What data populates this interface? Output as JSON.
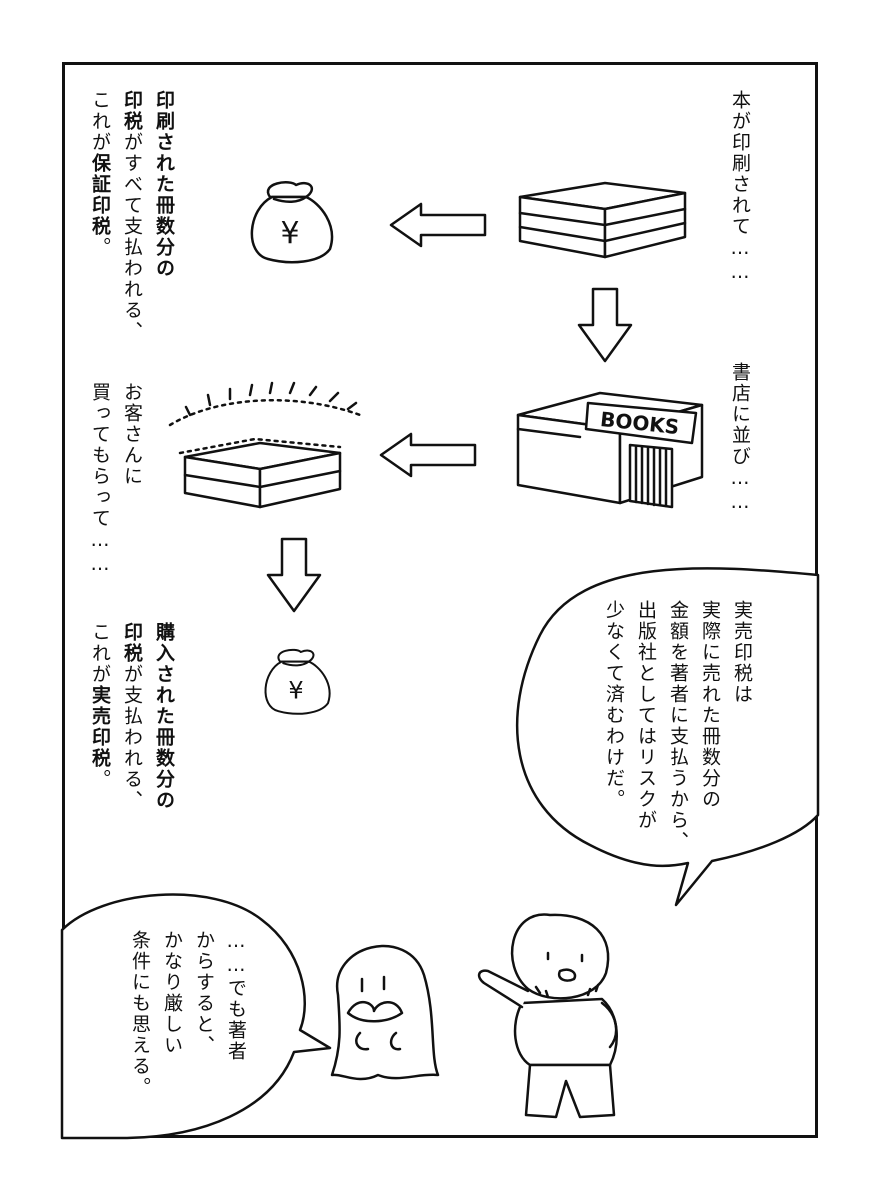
{
  "narration": {
    "printed": "本が印刷されて……",
    "shelved": "書店に並び……"
  },
  "guarantee_block": {
    "line1": "印刷された冊数分の",
    "line2_bold": "印税",
    "line2_rest": "がすべて支払われる、",
    "line3_pre": "これが",
    "line3_bold": "保証印税",
    "line3_post": "。"
  },
  "purchase_block": {
    "line1": "お客さんに",
    "line2": "買ってもらって……"
  },
  "actual_block": {
    "line1": "購入された冊数分の",
    "line2_bold": "印税",
    "line2_rest": "が支払われる、",
    "line3_pre": "これが",
    "line3_bold": "実売印税",
    "line3_post": "。"
  },
  "speech_explain": [
    "実売印税は",
    "実際に売れた冊数分の",
    "金額を著者に支払うから、",
    "出版社としてはリスクが",
    "少なくて済むわけだ。"
  ],
  "speech_reply": [
    "……でも著者",
    "からすると、",
    "かなり厳しい",
    "条件にも思える。"
  ],
  "store_sign": "BOOKS",
  "money_symbol": "¥"
}
